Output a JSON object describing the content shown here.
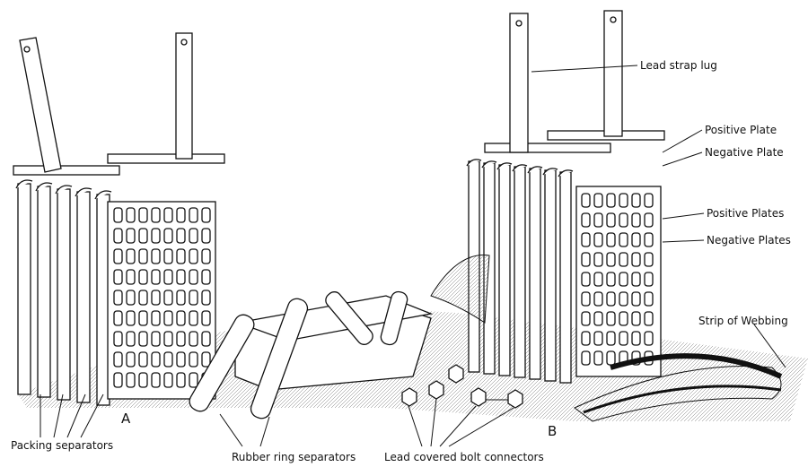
{
  "labels": {
    "lead_strap_lug": "Lead strap lug",
    "positive_plate": "Positive Plate",
    "negative_plate": "Negative Plate",
    "positive_plates": "Positive Plates",
    "negative_plates": "Negative Plates",
    "strip_of_webbing": "Strip of Webbing",
    "group_a": "A",
    "group_b": "B",
    "packing_separators": "Packing separators",
    "rubber_ring_separators": "Rubber ring separators",
    "lead_covered_bolt_connectors": "Lead covered bolt connectors"
  },
  "colors": {
    "ink": "#111111",
    "paper": "#ffffff"
  }
}
